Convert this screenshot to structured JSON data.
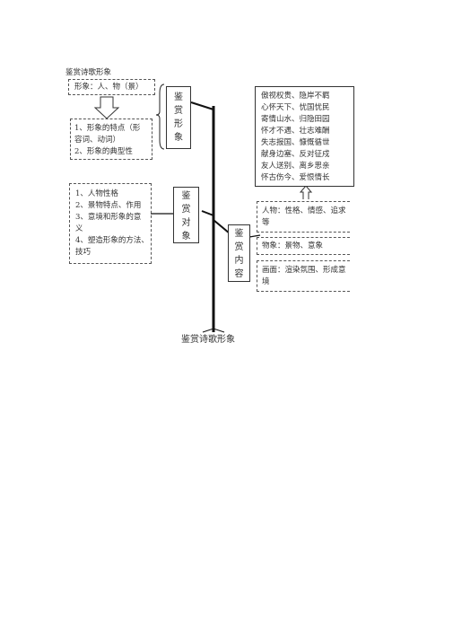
{
  "diagram": {
    "top_label": "鉴赏诗歌形象",
    "bottom_title": "鉴赏诗歌形象",
    "left_boxes": {
      "definition": "形象：人、物（景）",
      "features": [
        "1、形象的特点（形",
        "容词、动词）",
        "2、形象的典型性"
      ],
      "objects": [
        "1、人物性格",
        "2、景物特点、作用",
        "3、意境和形象的意",
        "义",
        "4、塑造形象的方法、",
        "技巧"
      ]
    },
    "branch_labels": {
      "appreciate_image": [
        "鉴",
        "赏",
        "形",
        "象"
      ],
      "appreciate_object": [
        "鉴",
        "赏",
        "对",
        "象"
      ],
      "appreciate_content": [
        "鉴",
        "赏",
        "内",
        "容"
      ]
    },
    "right_boxes": {
      "themes": [
        "傲视权贵、隐岸不羁",
        "心怀天下、忧国忧民",
        "寄情山水、归隐田园",
        "怀才不遇、壮志难酬",
        "失志报国、慷慨循世",
        "献身边塞、反对征戍",
        "友人送别、离乡思亲",
        "怀古伤今、爱恨情长"
      ],
      "person": [
        "人物：性格、情感、追求",
        "等"
      ],
      "thing": "物象：景物、意象",
      "scene": [
        "画面：渲染氛围、形成意",
        "境"
      ]
    }
  }
}
